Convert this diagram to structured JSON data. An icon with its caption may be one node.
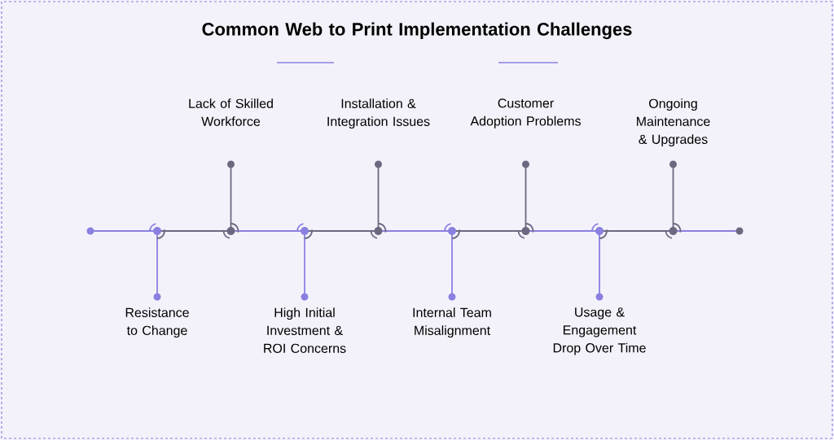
{
  "diagram": {
    "title": "Common Web to Print Implementation Challenges",
    "labels": [
      "Resistance to Change",
      "Lack of Skilled Workforce",
      "High Initial Investment & ROI Concerns",
      "Installation & Integration Issues",
      "Internal Team Misalignment",
      "Customer Adoption Problems",
      "Usage & Engagement Drop Over Time",
      "Ongoing Maintenance & Upgrades"
    ]
  }
}
